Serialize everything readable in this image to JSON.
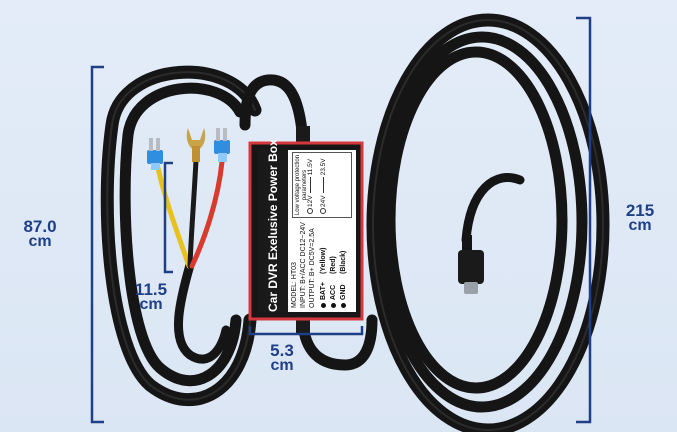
{
  "image": {
    "colors": {
      "background": "#dfe9f6",
      "dimension_text": "#1f3f86",
      "cable": "#151515",
      "highlight_frame": "#d4383e",
      "wire_yellow": "#e7c21f",
      "wire_red": "#d83a2e",
      "fuse_blue": "#2f8ee0"
    },
    "dimensions": {
      "left_height": {
        "value": "87.0",
        "unit": "cm"
      },
      "tap_length": {
        "value": "11.5",
        "unit": "cm"
      },
      "box_width": {
        "value": "5.3",
        "unit": "cm"
      },
      "right_length": {
        "value": "215",
        "unit": "cm"
      }
    },
    "label": {
      "title": "Car DVR Exelusive Power Box",
      "model": "MODEL: HT03",
      "input": "INPUT: B+/ACC DC12~24V",
      "output": "OUTPUT: B+ DC5V=2.5A",
      "wires": [
        {
          "name": "BAT+",
          "color": "(Yellow)"
        },
        {
          "name": "ACC",
          "color": "(Red)"
        },
        {
          "name": "GND",
          "color": "(Black)"
        }
      ],
      "protection": {
        "title": "Low voltage protection parameters",
        "rows": [
          {
            "input": "12V",
            "cutoff": "11.5V"
          },
          {
            "input": "24V",
            "cutoff": "23.5V"
          }
        ]
      }
    },
    "connector": {
      "type": "usb-c"
    }
  }
}
